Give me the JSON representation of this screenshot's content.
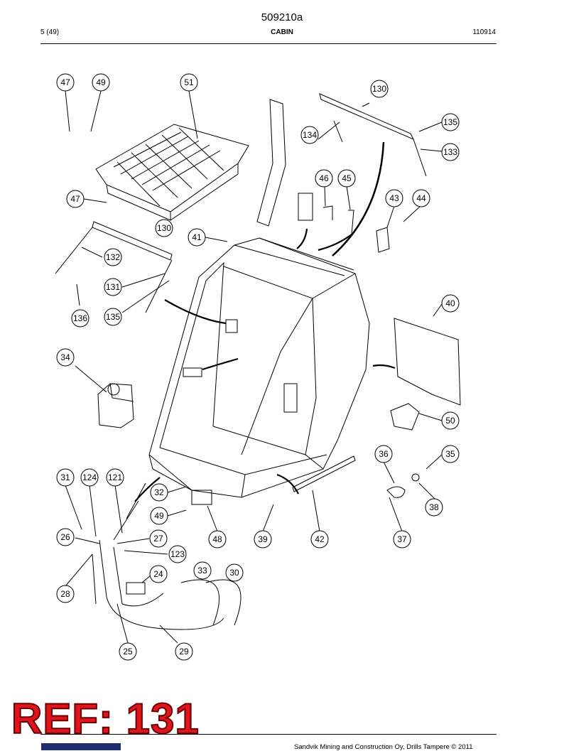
{
  "header": {
    "doc_id": "509210a",
    "page": "5 (49)",
    "section": "CABIN",
    "date_code": "110914"
  },
  "drawing": {
    "callouts": [
      "47",
      "49",
      "51",
      "130",
      "135",
      "134",
      "133",
      "46",
      "45",
      "43",
      "44",
      "47",
      "41",
      "130",
      "132",
      "131",
      "135",
      "136",
      "40",
      "34",
      "50",
      "36",
      "35",
      "38",
      "31",
      "124",
      "121",
      "32",
      "49",
      "26",
      "27",
      "123",
      "48",
      "39",
      "42",
      "37",
      "24",
      "33",
      "30",
      "28",
      "25",
      "29"
    ]
  },
  "overlay": {
    "ref_label": "REF: 131"
  },
  "footer": {
    "copyright": "Sandvik Mining and Construction Oy, Drills Tampere © 2011"
  }
}
